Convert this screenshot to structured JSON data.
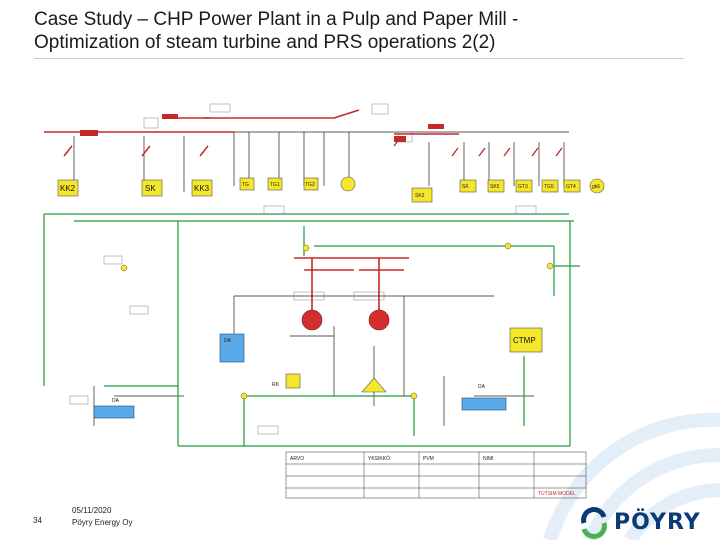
{
  "title": {
    "line1": "Case Study – CHP Power Plant in a Pulp and Paper Mill -",
    "line2": "Optimization of steam turbine and PRS operations 2(2)"
  },
  "footer": {
    "page_number": "34",
    "date": "05/11/2020",
    "company": "Pöyry Energy Oy"
  },
  "logo": {
    "text": "PÖYRY"
  },
  "diagram": {
    "units_left": [
      "KK2",
      "SK",
      "KK3"
    ],
    "units_tg": [
      "TG",
      "TG1",
      "TG2"
    ],
    "units_right": [
      "SK3",
      "SK",
      "SK5",
      "GT3",
      "TG5",
      "GT4",
      "gk6"
    ],
    "rk": "RK",
    "ctmp": "CTMP",
    "da_left": "DA",
    "da_mid": "DA",
    "da_right": "DA",
    "table": {
      "cols": [
        "ARVO",
        "YKSIKKÖ",
        "PVM",
        "NIMI"
      ],
      "footer_label": "TUTSIM MODEL"
    }
  },
  "colors": {
    "steam_line": "#c62828",
    "water_line": "#1f9a3a",
    "boiler_fill": "#f4e62a",
    "da_fill": "#5aa8e6",
    "logo_blue": "#0a3a78",
    "logo_green": "#4caf50",
    "arc_color": "#e3eef8"
  }
}
